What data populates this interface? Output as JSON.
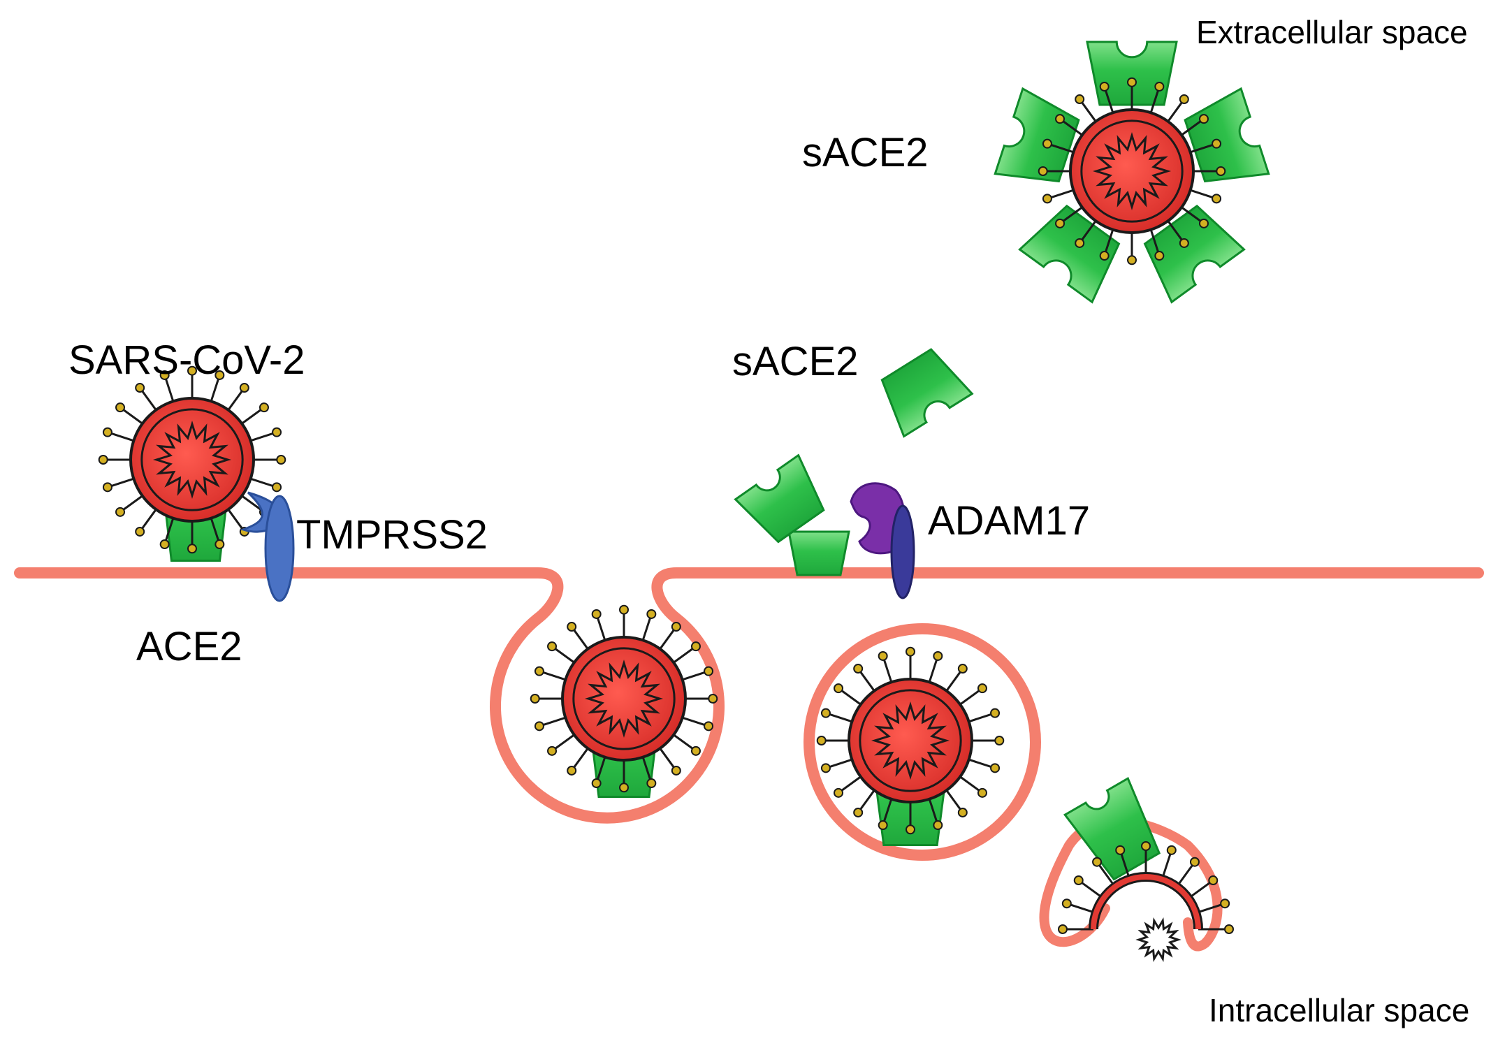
{
  "labels": {
    "extracellular": "Extracellular space",
    "intracellular": "Intracellular space",
    "sace2_complex": "sACE2",
    "sace2_free": "sACE2",
    "sars_cov_2": "SARS-CoV-2",
    "tmprss2": "TMPRSS2",
    "ace2": "ACE2",
    "adam17": "ADAM17"
  },
  "colors": {
    "membrane": "#f47f6e",
    "ace2_fill": "#2ec04a",
    "ace2_stroke": "#0f8a2a",
    "virus_core": "#e23a33",
    "virus_outline": "#1a1a1a",
    "spike_tip": "#d4b022",
    "tmprss2": "#4a72c4",
    "adam17_head": "#7a2fa8",
    "adam17_stem": "#3a3a9a"
  }
}
